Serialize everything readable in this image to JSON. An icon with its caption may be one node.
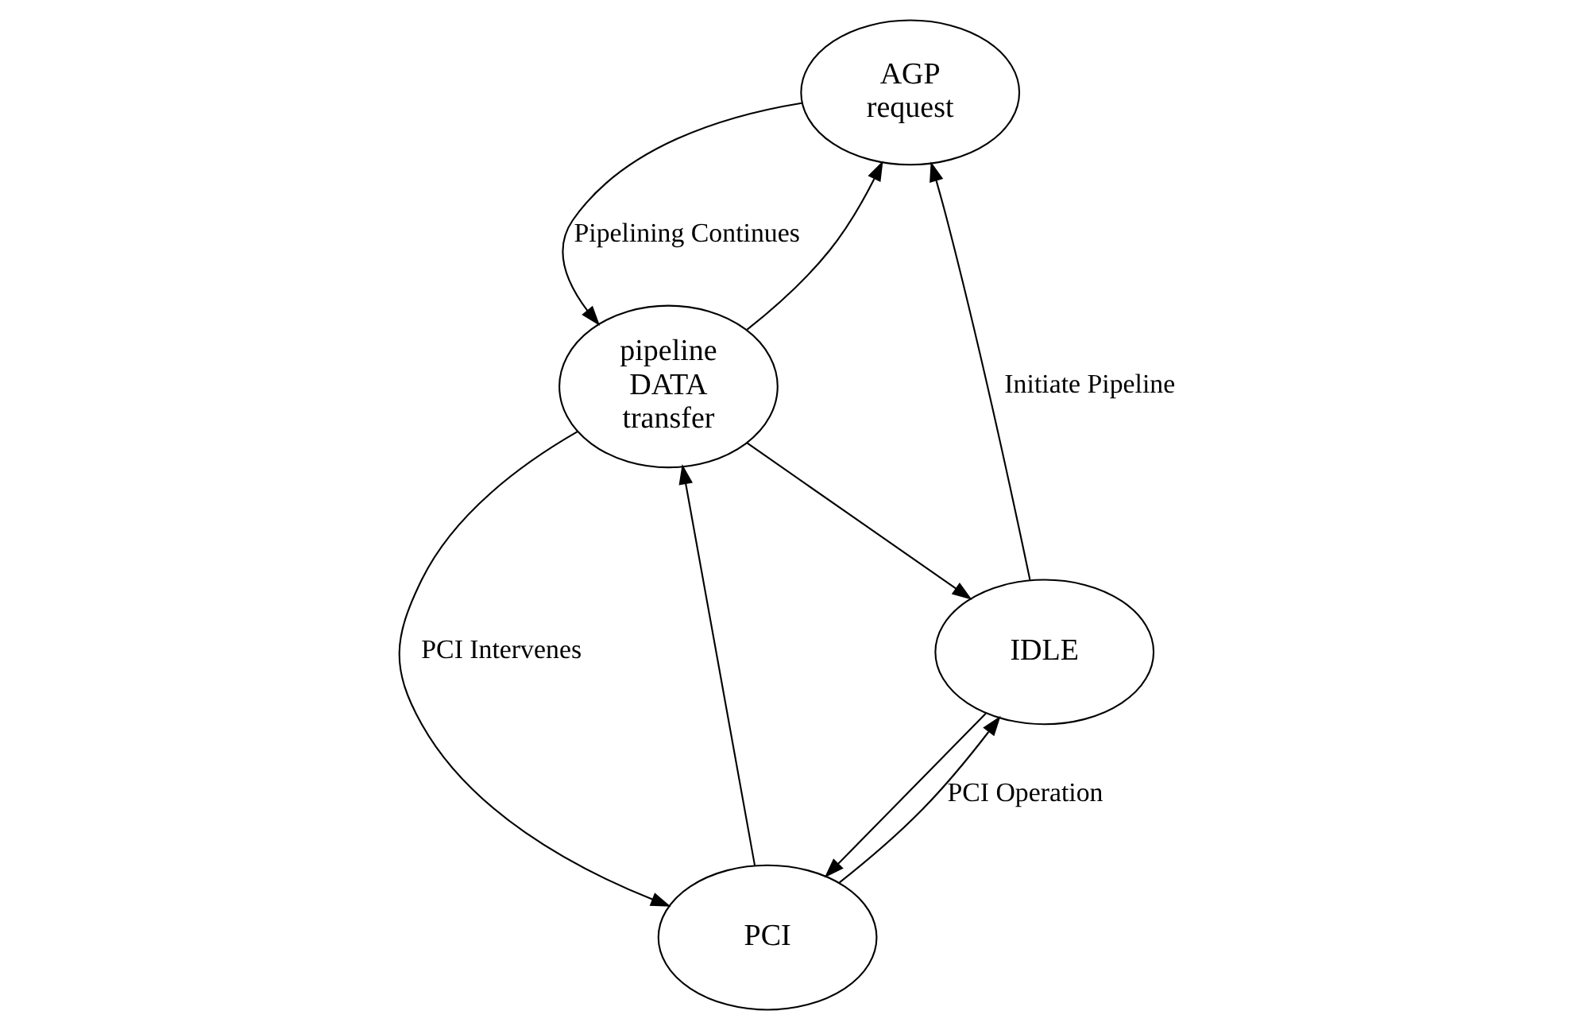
{
  "diagram": {
    "nodes": [
      {
        "text": [
          "AGP",
          "request"
        ]
      },
      {
        "text": [
          "PCI"
        ]
      },
      {
        "text": [
          "pipeline",
          "DATA",
          "transfer"
        ]
      },
      {
        "text": [
          "IDLE"
        ]
      }
    ],
    "edges": [
      {
        "from": 0,
        "to": 2,
        "arrow": "to",
        "label": "Pipelining Continues"
      },
      {
        "from": 2,
        "to": 0,
        "arrow": "to"
      },
      {
        "from": 2,
        "to": 1,
        "arrow": "to",
        "label": "PCI Intervenes"
      },
      {
        "from": 1,
        "to": 2,
        "arrow": "to"
      },
      {
        "from": 2,
        "to": 3,
        "arrow": "to"
      },
      {
        "from": 3,
        "to": 0,
        "arrow": "to",
        "label": "Initiate Pipeline"
      },
      {
        "from": 3,
        "to": 1,
        "arrow": "to"
      },
      {
        "from": 1,
        "to": 3,
        "arrow": "to",
        "label": "PCI Operation"
      }
    ]
  }
}
